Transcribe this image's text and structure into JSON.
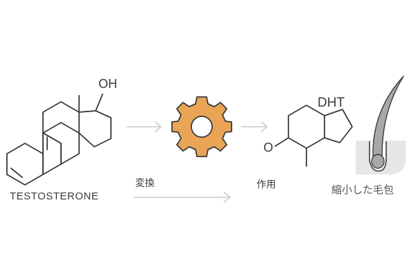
{
  "labels": {
    "testosterone": "TESTOSTERONE",
    "oh_group": "OH",
    "dht": "DHT",
    "ketone_o": "O",
    "conversion": "変換",
    "action": "作用",
    "shrunken_follicle": "縮小した毛包"
  },
  "icons": {
    "gear": "gear-icon",
    "hair_follicle": "hair-follicle-icon"
  },
  "colors": {
    "stroke": "#3a3a3a",
    "arrow": "#c9c9c9",
    "gear_fill": "#e9a456",
    "gear_stroke": "#3a3a3a",
    "follicle_fill": "#e6e6e6",
    "hair_fill": "#a8a8a8"
  }
}
